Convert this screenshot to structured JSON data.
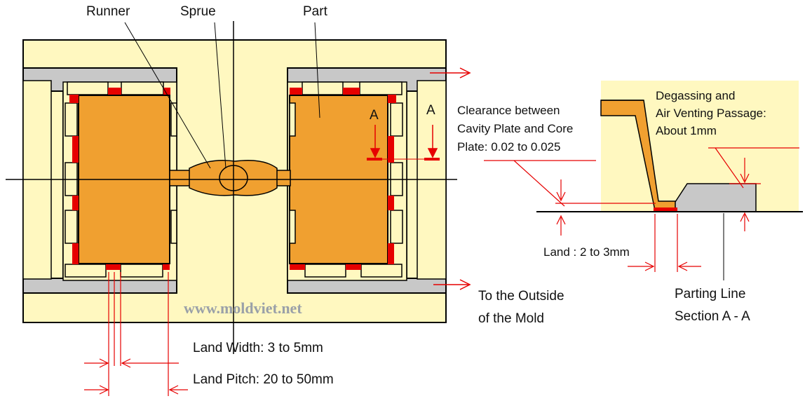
{
  "labels": {
    "runner": "Runner",
    "sprue": "Sprue",
    "part": "Part",
    "section_mark_1": "A",
    "section_mark_2": "A",
    "clearance": [
      "Clearance between",
      "Cavity Plate and Core",
      "Plate: 0.02 to 0.025"
    ],
    "degassing": [
      "Degassing and",
      "Air  Venting Passage:",
      "About 1mm"
    ],
    "land": "Land : 2 to 3mm",
    "outside": [
      "To the Outside",
      "of the Mold"
    ],
    "parting": [
      "Parting Line",
      "Section A - A"
    ],
    "land_width": "Land Width: 3 to 5mm",
    "land_pitch": "Land Pitch: 20 to 50mm",
    "watermark": "www.moldviet.net"
  },
  "colors": {
    "mold_plate": "#fff8c0",
    "gray_channel": "#c8c8c8",
    "part_orange": "#f0a030",
    "land_red": "#e60000",
    "annotation_red": "#e60000",
    "outline": "#000000",
    "watermark": "#9aa0a8"
  }
}
